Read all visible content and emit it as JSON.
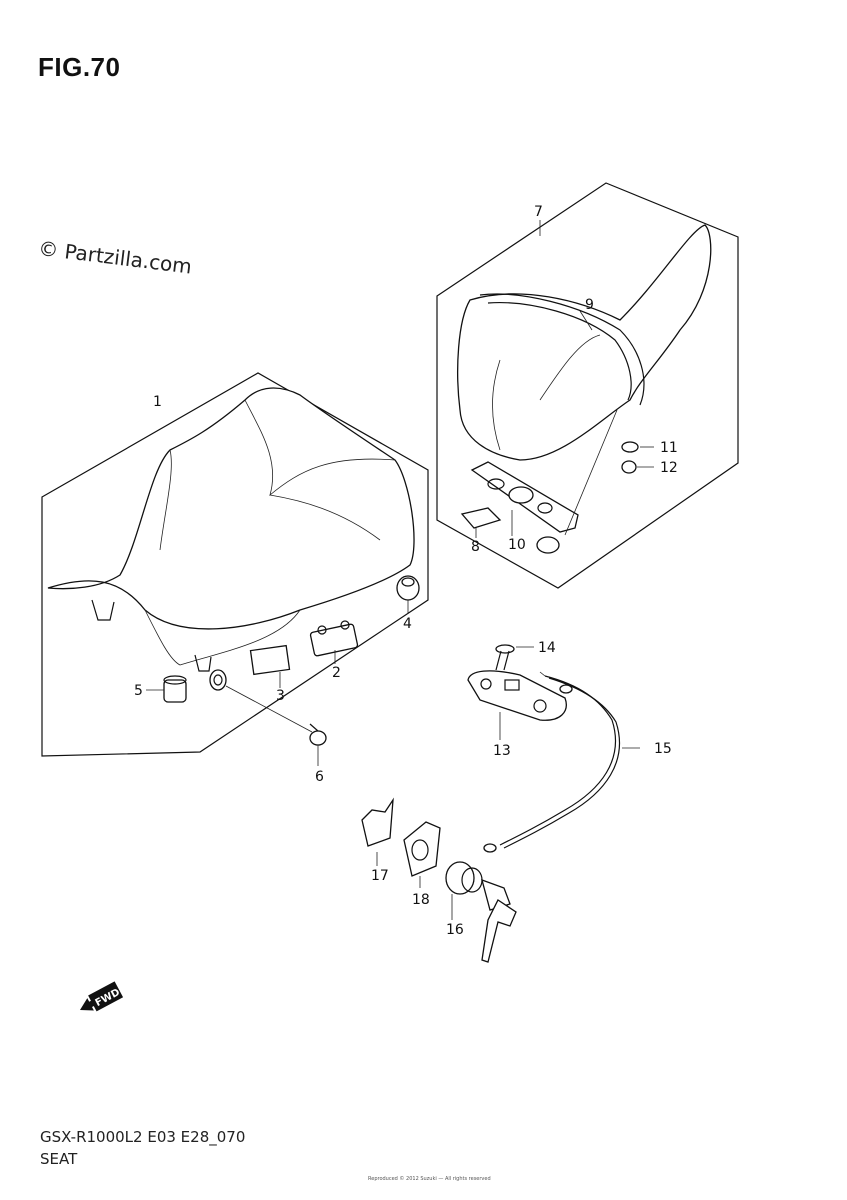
{
  "figure": {
    "title": "FIG.70"
  },
  "watermark": {
    "text": "© Partzilla.com"
  },
  "footer": {
    "code": "GSX-R1000L2 E03 E28_070",
    "section": "SEAT",
    "fineprint": "Reproduced © 2012 Suzuki — All rights reserved"
  },
  "fwd_icon": {
    "label": "FWD",
    "icon": "fwd-arrow-icon"
  },
  "callouts": {
    "c1": "1",
    "c2": "2",
    "c3": "3",
    "c4": "4",
    "c5": "5",
    "c6": "6",
    "c7": "7",
    "c8": "8",
    "c9": "9",
    "c10": "10",
    "c11": "11",
    "c12": "12",
    "c13": "13",
    "c14": "14",
    "c15": "15",
    "c16": "16",
    "c17": "17",
    "c18": "18"
  }
}
